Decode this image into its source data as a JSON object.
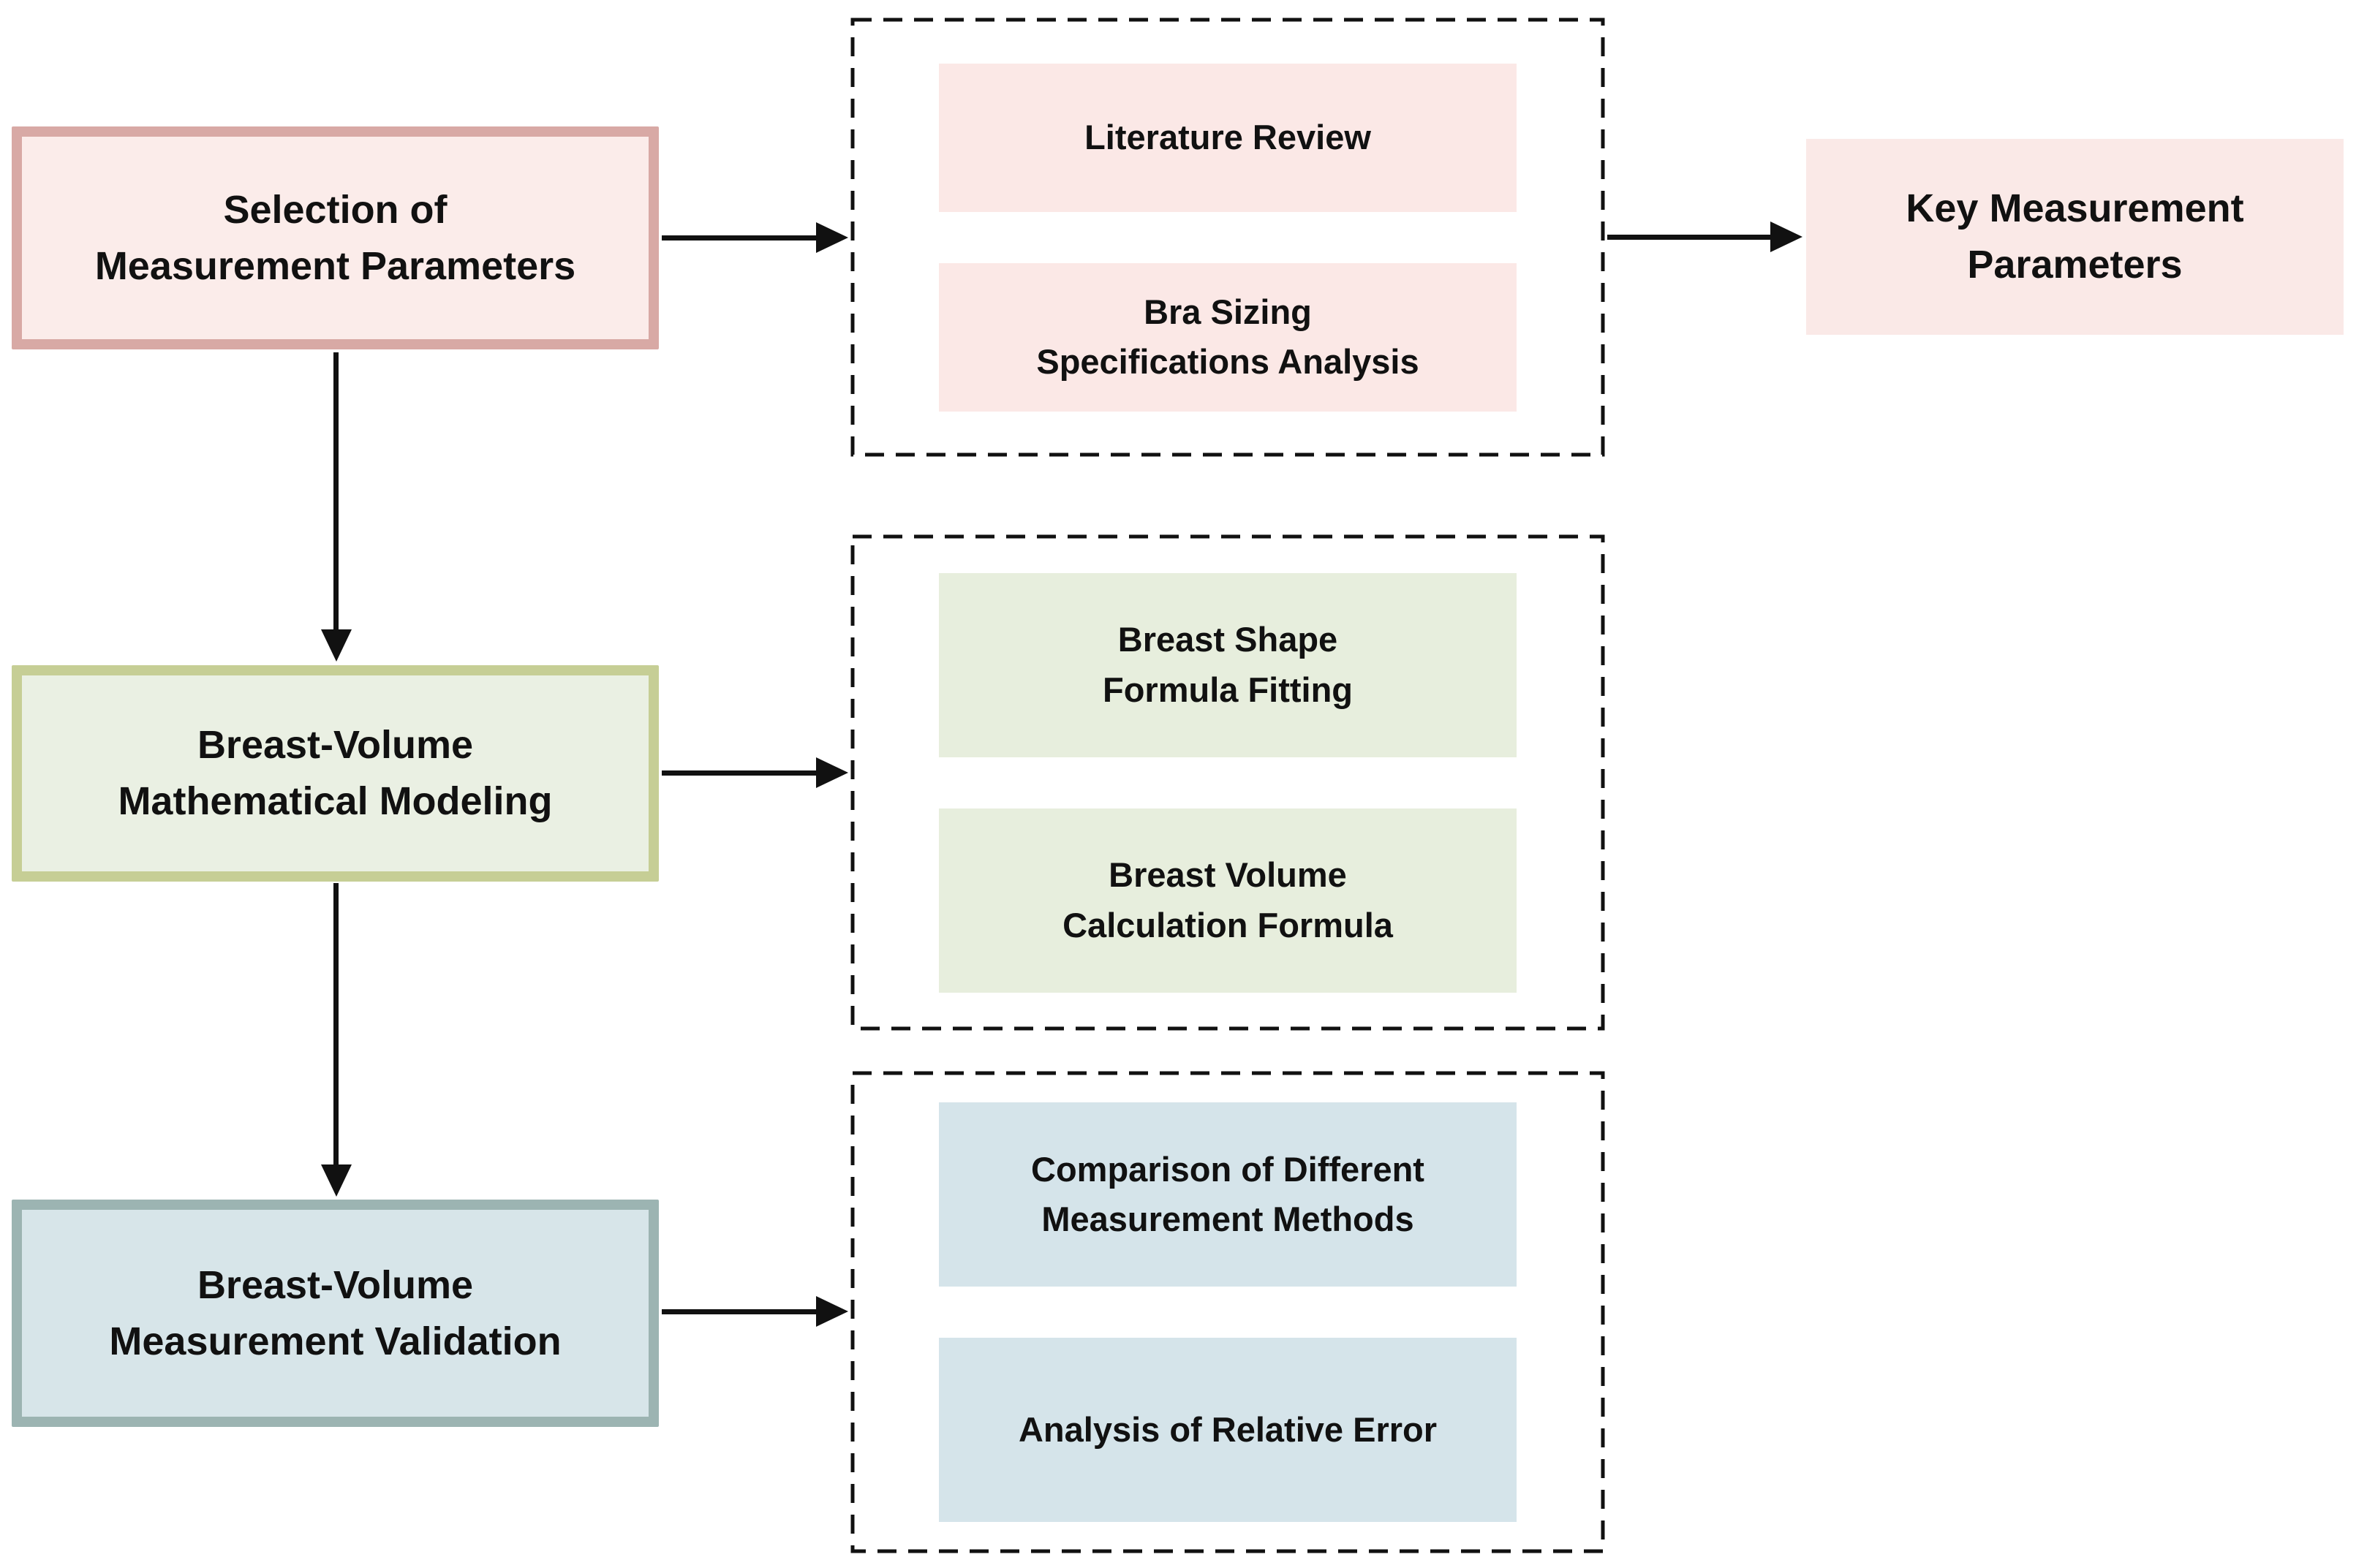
{
  "diagram": {
    "stages": [
      {
        "label": "Selection of\nMeasurement Parameters",
        "theme": "pink"
      },
      {
        "label": "Breast-Volume\nMathematical Modeling",
        "theme": "green"
      },
      {
        "label": "Breast-Volume\nMeasurement Validation",
        "theme": "blue"
      }
    ],
    "groups": [
      {
        "items": [
          {
            "label": "Literature Review"
          },
          {
            "label": "Bra Sizing\nSpecifications Analysis"
          }
        ]
      },
      {
        "items": [
          {
            "label": "Breast Shape\nFormula Fitting"
          },
          {
            "label": "Breast Volume\nCalculation Formula"
          }
        ]
      },
      {
        "items": [
          {
            "label": "Comparison of Different\nMeasurement Methods"
          },
          {
            "label": "Analysis of Relative Error"
          }
        ]
      }
    ],
    "output": {
      "label": "Key Measurement\nParameters"
    },
    "palette": {
      "pink_border": "#d8a9a5",
      "pink_fill": "#fbecea",
      "pink_sub_fill": "#fbe8e6",
      "green_border": "#c6ce95",
      "green_fill": "#eaf0e3",
      "green_sub_fill": "#e7eedd",
      "blue_border": "#9cb4b2",
      "blue_fill": "#d7e5e9",
      "blue_sub_fill": "#d5e4ea",
      "dash_color": "#111111",
      "arrow_color": "#111111",
      "text_color": "#111111"
    }
  }
}
